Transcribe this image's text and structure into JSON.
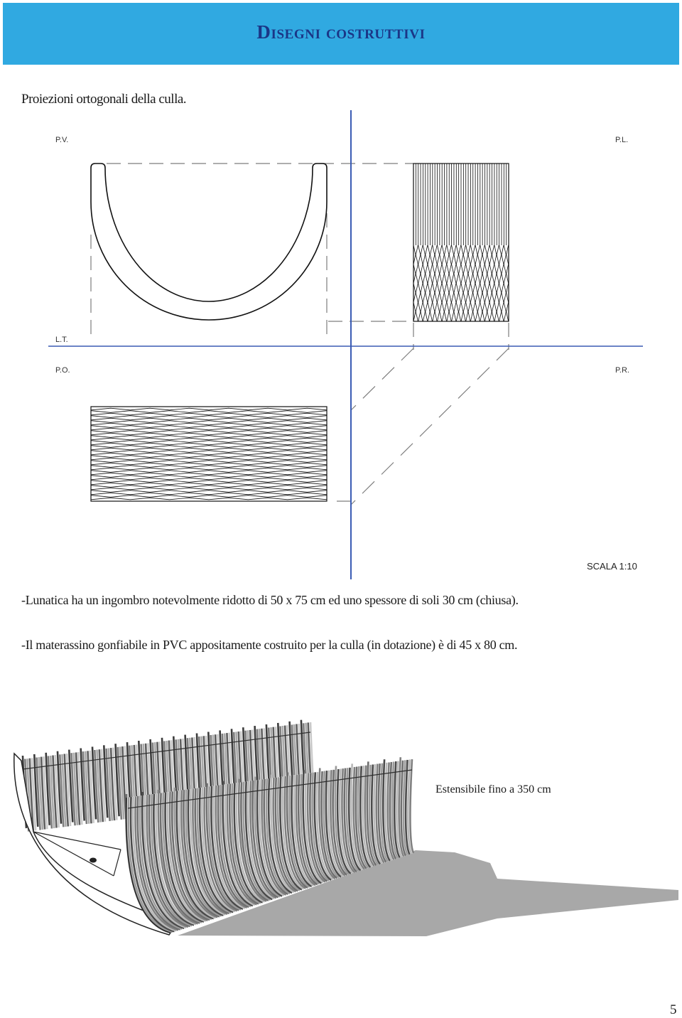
{
  "header": {
    "title": "Disegni costruttivi"
  },
  "intro": "Proiezioni ortogonali della culla.",
  "drawing": {
    "labels": {
      "front_view": "P.V.",
      "side_view": "P.L.",
      "ground_line": "L.T.",
      "plan_view": "P.O.",
      "rotated_plane": "P.R."
    },
    "scale": "SCALA 1:10"
  },
  "paragraphs": {
    "dimensions": "-Lunatica ha un ingombro notevolmente ridotto di 50 x 75 cm ed uno spessore di soli 30 cm (chiusa).",
    "mattress": "-Il materassino gonfiabile in PVC appositamente costruito per la culla (in dotazione) è di 45 x 80 cm."
  },
  "render": {
    "caption": "Estensibile fino a 350 cm"
  },
  "page_number": "5",
  "colors": {
    "banner": "#30a9e1",
    "title": "#1b3687",
    "axis": "#3a5cb4"
  }
}
